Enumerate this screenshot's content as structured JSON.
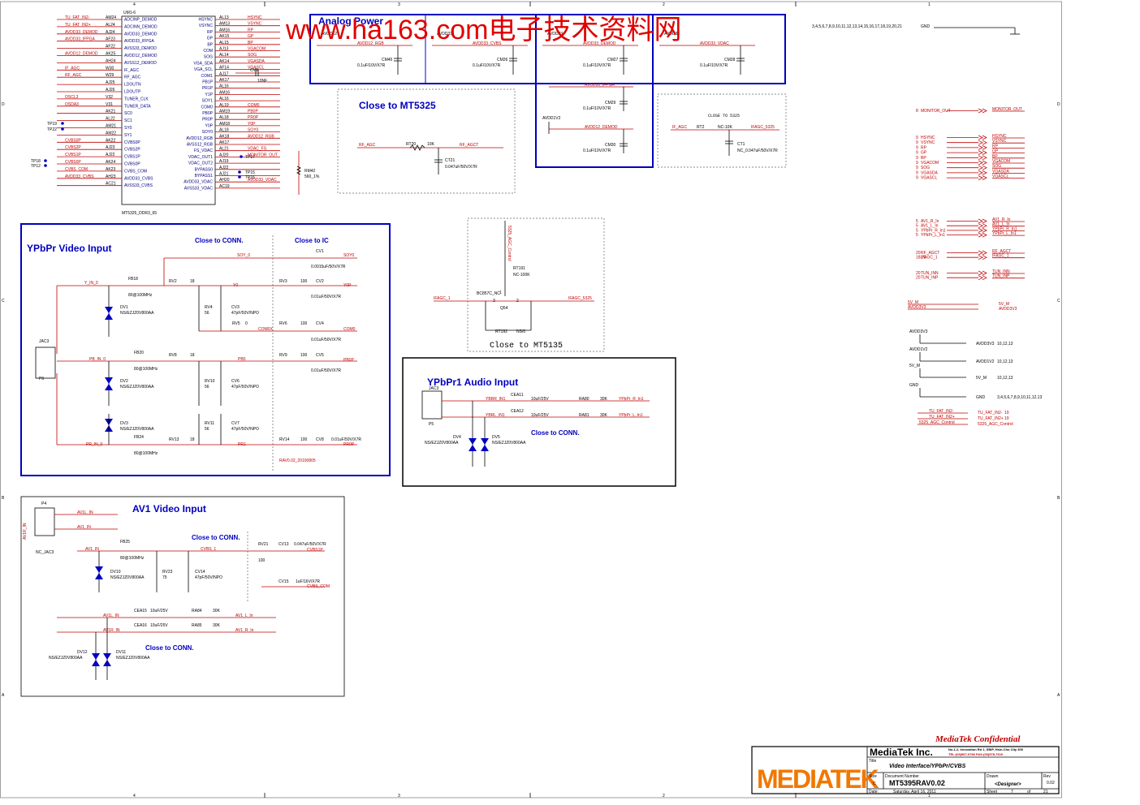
{
  "watermark": "www.ha163.com电子技术资料网",
  "ic": {
    "ref": "UM1-6",
    "part": "MT5325_DDR3_65",
    "left_pins": [
      {
        "ball": "AM24",
        "name": "ADCINP_DEMOD",
        "net": "TU_FAT_IN2-"
      },
      {
        "ball": "AL24",
        "name": "ADCINN_DEMOD",
        "net": "TU_FAT_IN2+"
      },
      {
        "ball": "AJ24",
        "name": "AVDD33_DEMOD",
        "net": "AVDD33_DEMOD"
      },
      {
        "ball": "AF23",
        "name": "AVDD33_IFPGA",
        "net": "AVDD33_IFPGA"
      },
      {
        "ball": "AF22",
        "name": "AVSS33_DEMOD",
        "net": ""
      },
      {
        "ball": "AK25",
        "name": "AVDD12_DEMOD",
        "net": "AVDD12_DEMOD"
      },
      {
        "ball": "AH24",
        "name": "AVSS12_DEMOD",
        "net": ""
      },
      {
        "ball": "W30",
        "name": "IF_AGC",
        "net": "IF_AGC"
      },
      {
        "ball": "W29",
        "name": "RF_AGC",
        "net": "RF_AGC"
      },
      {
        "ball": "AJ25",
        "name": "LDOUTN",
        "net": ""
      },
      {
        "ball": "AJ26",
        "name": "LDOUTP",
        "net": ""
      },
      {
        "ball": "V32",
        "name": "TUNER_CLK",
        "net": "OSCL3"
      },
      {
        "ball": "V31",
        "name": "TUNER_DATA",
        "net": "OSDA3"
      },
      {
        "ball": "AK21",
        "name": "SC0",
        "net": ""
      },
      {
        "ball": "AL22",
        "name": "SC1",
        "net": ""
      },
      {
        "ball": "AM21",
        "name": "SY0",
        "net": ""
      },
      {
        "ball": "AM22",
        "name": "SY1",
        "net": ""
      },
      {
        "ball": "AK22",
        "name": "CVBS0P",
        "net": "CVBS0P"
      },
      {
        "ball": "AJ23",
        "name": "CVBS2P",
        "net": "CVBS2P"
      },
      {
        "ball": "AJ22",
        "name": "CVBS1P",
        "net": "CVBS1P"
      },
      {
        "ball": "AK24",
        "name": "CVBS0P",
        "net": "CVBS0P"
      },
      {
        "ball": "AK23",
        "name": "CVBS_COM",
        "net": "CVBS_COM"
      },
      {
        "ball": "AH23",
        "name": "AVDD33_CVBS",
        "net": "AVDD33_CVBS"
      },
      {
        "ball": "AC21",
        "name": "AVSS33_CVBS",
        "net": ""
      }
    ],
    "right_pins": [
      {
        "ball": "AL13",
        "name": "HSYNC",
        "net": "HSYNC"
      },
      {
        "ball": "AM13",
        "name": "VSYNC",
        "net": "VSYNC"
      },
      {
        "ball": "AM16",
        "name": "RP",
        "net": "RP"
      },
      {
        "ball": "AK15",
        "name": "GP",
        "net": "GP"
      },
      {
        "ball": "AL15",
        "name": "BP",
        "net": "BP"
      },
      {
        "ball": "AJ13",
        "name": "COM",
        "net": "VGACOM"
      },
      {
        "ball": "AL14",
        "name": "SOG",
        "net": "SOG"
      },
      {
        "ball": "AK14",
        "name": "VGA_SDA",
        "net": "VGASDA"
      },
      {
        "ball": "AF14",
        "name": "VGA_SCL",
        "net": "VGASCL"
      },
      {
        "ball": "AJ17",
        "name": "COM1",
        "net": ""
      },
      {
        "ball": "AK17",
        "name": "PB1P",
        "net": ""
      },
      {
        "ball": "AL16",
        "name": "PR1P",
        "net": ""
      },
      {
        "ball": "AM16",
        "name": "Y1P",
        "net": ""
      },
      {
        "ball": "AL16",
        "name": "SOY1",
        "net": ""
      },
      {
        "ball": "AL19",
        "name": "COM0",
        "net": "COM0"
      },
      {
        "ball": "AM19",
        "name": "PB0P",
        "net": "PB0P"
      },
      {
        "ball": "AL18",
        "name": "PR0P",
        "net": "PR0P"
      },
      {
        "ball": "AM18",
        "name": "Y0P",
        "net": "Y0P"
      },
      {
        "ball": "AL18",
        "name": "SOY0",
        "net": "SOY0"
      },
      {
        "ball": "AK18",
        "name": "AVDD12_RGB",
        "net": "AVDD12_RGB"
      },
      {
        "ball": "AK17",
        "name": "AVSS12_RGB",
        "net": ""
      },
      {
        "ball": "AL21",
        "name": "FS_VDAC",
        "net": "VDAC_FS"
      },
      {
        "ball": "AJ20",
        "name": "VDAC_OUT1",
        "net": "MONITOR_OUT"
      },
      {
        "ball": "AJ19",
        "name": "VDAC_OUT2",
        "net": ""
      },
      {
        "ball": "AJ22",
        "name": "BYPASS0",
        "net": ""
      },
      {
        "ball": "AJ21",
        "name": "BYPASS1",
        "net": ""
      },
      {
        "ball": "AH20",
        "name": "AVDD33_VDAC",
        "net": "AVDD33_VDAC"
      },
      {
        "ball": "AC19",
        "name": "AVSS33_VDAC",
        "net": ""
      }
    ],
    "misc": {
      "cv9": "CV9",
      "cv9_val": "10NF",
      "tp19": "TP19",
      "tp22": "TP22",
      "tp18": "TP18",
      "tp12": "TP12",
      "tp15": "TP15",
      "tp16": "TP16",
      "tp17": "TP17",
      "rm42": "RM42",
      "rm42_val": "560_1%"
    }
  },
  "analog_power": {
    "title": "Analog Power",
    "caps": [
      {
        "supply": "AVDD12",
        "net": "AVDD12_RGB",
        "ref": "CM45",
        "val": "0.1uF/10V/X7R"
      },
      {
        "supply": "AVDD33",
        "net": "AVDD33_CVBS",
        "ref": "CM26",
        "val": "0.1uF/10V/X7R"
      },
      {
        "supply": "AVDD33",
        "net": "AVDD33_DEMOD",
        "ref": "CM27",
        "val": "0.1uF/10V/X7R"
      },
      {
        "supply": "AVDD33",
        "net": "AVDD33_VDAC",
        "ref": "CM28",
        "val": "0.1uF/10V/X7R"
      }
    ],
    "extra": [
      {
        "net": "AVDD33_IFPGA",
        "ref": "CM29",
        "val": "0.1uF/10V/X7R"
      },
      {
        "net": "AVDD12_DEMOD",
        "ref": "CM30",
        "val": "0.1uF/10V/X7R"
      }
    ],
    "avdd1v2": "AVDD1V2"
  },
  "rf_block": {
    "title": "Close to MT5325",
    "left": "RF_AGC",
    "rt": "RT20",
    "rt_val": "10K",
    "right": "RF_AGCT",
    "ct": "CT21",
    "ct_val": "0.047uF/50V/X7R"
  },
  "if_block": {
    "title": "CLOSE TO 5325",
    "left": "IF_AGC",
    "rt": "RT2",
    "rt_val": "NC-10K",
    "right": "IFAGC_5325",
    "ct": "CT1",
    "ct_val": "NC_0.047uF/50V/X7R"
  },
  "transistor_block": {
    "title": "Close to MT5135",
    "net_top": "5325_AGC_Control",
    "rt191": "RT191",
    "rt191_val": "NC-100K",
    "q": "BC857C_NC",
    "q_ref": "Q54",
    "pin3": "3",
    "pin2": "2",
    "pin1": "1",
    "left": "IFAGC_1",
    "right": "IFAGC_5325",
    "rt192": "RT192",
    "rt192_val": "NS/0"
  },
  "ypbpr": {
    "title": "YPbPr Video Input",
    "close_conn": "Close to CONN.",
    "close_ic": "Close to IC",
    "jack": "JAC3",
    "plug": "P6",
    "sog_net": "SOY_0",
    "cv1": "CV1",
    "cv1_val": "0.0015uF/50V/X7R",
    "sog_out": "SOY0",
    "y_net": "Y_IN_0",
    "fb18": "FB18",
    "fb_val": "80@100MHz",
    "rv2": "RV2",
    "rv2_val": "18",
    "y0": "Y0",
    "rv3": "RV3",
    "r100": "100",
    "cv2": "CV2",
    "cap_val": "0.01uF/50V/X7R",
    "y0p": "Y0P",
    "dv1": "DV1",
    "dv_val": "NS/EZJZ0V800AA",
    "rv4": "RV4",
    "rv4_val": "56",
    "cv3": "CV3",
    "cv3_val": "47pF/50V/NPO",
    "rv5": "RV5",
    "rv5_val": "0",
    "com0x": "COM0X",
    "rv6": "RV6",
    "cv4": "CV4",
    "com0": "COM0",
    "pb_net": "PB_IN_0",
    "fb20": "FB20",
    "rv8": "RV8",
    "rv8_val": "18",
    "pb0": "PB0",
    "rv9": "RV9",
    "cv5": "CV5",
    "pb0p": "PB0P",
    "dv2": "DV2",
    "rv10": "RV10",
    "rv10_val": "56",
    "cv6": "CV6",
    "cv6_val": "47pF/50V/NPO",
    "dv3": "DV3",
    "rv11": "RV11",
    "rv11_val": "56",
    "cv7": "CV7",
    "cv7_val": "47pF/50V/NPO",
    "pr_net": "PR_IN_0",
    "fb24": "FB24",
    "rv13": "RV13",
    "rv13_val": "18",
    "pr1": "PR1",
    "rv14": "RV14",
    "cv8": "CV8",
    "cv8_val": "0.01uF/50V/X7R",
    "pr0p": "PR0P",
    "rev_note": "RAV0.02_20100805"
  },
  "audio": {
    "title": "YPbPr1 Audio Input",
    "jack": "JAC3",
    "plug": "P5",
    "r_net": "YBRR_IN1",
    "l_net": "YBRL_IN1",
    "cea11": "CEA11",
    "cea12": "CEA12",
    "cea_val": "10uF/25V",
    "ra80": "RA80",
    "ra81": "RA81",
    "ra_val": "30K",
    "r_out": "YPbPr_R_In1",
    "l_out": "YPbPr_L_In1",
    "close": "Close to CONN.",
    "dv4": "DV4",
    "dv5": "DV5",
    "dv_val": "NS/EZJZ0V800AA"
  },
  "av1": {
    "title": "AV1 Video Input",
    "plug": "P4",
    "jack": "NC_JAC3",
    "close_conn": "Close to CONN.",
    "av1r": "AV1R_IN",
    "av1l": "AV1L_IN",
    "av1": "AV1_IN",
    "fb25": "FB25",
    "fb_val": "80@100MHz",
    "cvbs1": "CVBS_1",
    "rv21": "RV21",
    "rv21_val": "100",
    "cv13": "CV13",
    "cv13_val": "0.047uF/50V/X7R",
    "cvbs1p": "CVBS1P",
    "dv10": "DV10",
    "dv_val": "NS/EZJZ0V800AA",
    "rv23": "RV23",
    "rv23_val": "75",
    "cv14": "CV14",
    "cv14_val": "47pF/50V/NPO",
    "cv15": "CV15",
    "cv15_val": "1uF/16V/X7R",
    "cvbs_com": "CVBS_COM",
    "cea15": "CEA15",
    "cea16": "CEA16",
    "cea_val": "10uF/25V",
    "ra84": "RA84",
    "ra85": "RA85",
    "ra_val": "30K",
    "av1_l_in": "AV1_L_In",
    "av1_r_in": "AV1_R_In",
    "dv12": "DV12",
    "dv11": "DV11",
    "close": "Close to CONN."
  },
  "right_side": {
    "gnd_top": "GND",
    "gnd_top_pages": "3,4,5,6,7,8,9,10,11,12,13,14,15,16,17,18,19,20,21",
    "monitor": {
      "num": "8",
      "net": "MONITOR_OUT",
      "label": "MONITOR_OUT"
    },
    "vga": [
      {
        "num": "9",
        "net": "HSYNC",
        "label": "HSYNC"
      },
      {
        "num": "9",
        "net": "VSYNC",
        "label": "VSYNC"
      },
      {
        "num": "9",
        "net": "RP",
        "label": "RP"
      },
      {
        "num": "9",
        "net": "GP",
        "label": "GP"
      },
      {
        "num": "9",
        "net": "BP",
        "label": "BP"
      },
      {
        "num": "9",
        "net": "VGACOM",
        "label": "VGACOM"
      },
      {
        "num": "9",
        "net": "SOG",
        "label": "SOG"
      },
      {
        "num": "9",
        "net": "VGASDA",
        "label": "VGASDA"
      },
      {
        "num": "9",
        "net": "VGASCL",
        "label": "VGASCL"
      }
    ],
    "av": [
      {
        "num": "5",
        "net": "AV1_R_In",
        "label": "AV1_R_In"
      },
      {
        "num": "5",
        "net": "AV1_L_In",
        "label": "AV1_L_In"
      },
      {
        "num": "5",
        "net": "YPbPr_R_In1",
        "label": "YPbPr_R_In1"
      },
      {
        "num": "5",
        "net": "YPbPr_L_In1",
        "label": "YPbPr_L_In1"
      }
    ],
    "agc": [
      {
        "num": "20",
        "net": "RF_AGCT",
        "label": "RF_AGCT"
      },
      {
        "num": "18,20",
        "net": "IFAGC_1",
        "label": "IFAGC_1"
      }
    ],
    "tun": [
      {
        "num": "20",
        "net": "TUN_INN",
        "label": "TUN_INN"
      },
      {
        "num": "20",
        "net": "TUN_INP",
        "label": "TUN_INP"
      }
    ],
    "power": [
      {
        "net": "5V_M",
        "label": "5V_M"
      },
      {
        "net": "AVDD3V3",
        "label": "AVDD3V3"
      }
    ],
    "rails": [
      {
        "net": "AVDD3V3",
        "label": "AVDD3V3",
        "pages": "10,12,13"
      },
      {
        "net": "AVDD1V2",
        "label": "AVDD1V2",
        "pages": "10,12,13"
      },
      {
        "net": "5V_M",
        "label": "5V_M",
        "pages": "10,12,13"
      },
      {
        "net": "GND",
        "label": "GND",
        "pages": "3,4,5,6,7,8,9,10,11,12,13"
      }
    ],
    "tu": [
      {
        "net": "TU_FAT_IN2-",
        "label": "TU_FAT_IN2-",
        "pages": "19"
      },
      {
        "net": "TU_FAT_IN2+",
        "label": "TU_FAT_IN2+",
        "pages": "19"
      },
      {
        "net": "5325_AGC_Control",
        "label": "5325_AGC_Control",
        "pages": ""
      }
    ]
  },
  "title_block": {
    "confidential": "MediaTek Confidential",
    "logo": "MEDIATEK",
    "company": "MediaTek Inc.",
    "address": "No.1-2, Innovation Rd 1, SBIP, Hsin-Chu City 300",
    "tel": "TEL:(03)567-0766  FAX:(03)578-7610",
    "title_label": "Title",
    "title": "Video Interface/YPbPr/CVBS",
    "size_label": "Size",
    "size": "C",
    "docnum_label": "Document Number",
    "docnum": "MT5395RAV0.02",
    "drawn_label": "Drawn",
    "drawn": "<Designer>",
    "rev_label": "Rev",
    "rev": "0.02",
    "date_label": "Date:",
    "date": "Saturday, April 16, 2011",
    "sheet_label": "Sheet",
    "sheet": "7",
    "of_label": "of",
    "of": "21"
  },
  "border": {
    "top": [
      "4",
      "3",
      "2",
      "1"
    ],
    "side": [
      "D",
      "C",
      "B",
      "A"
    ]
  }
}
